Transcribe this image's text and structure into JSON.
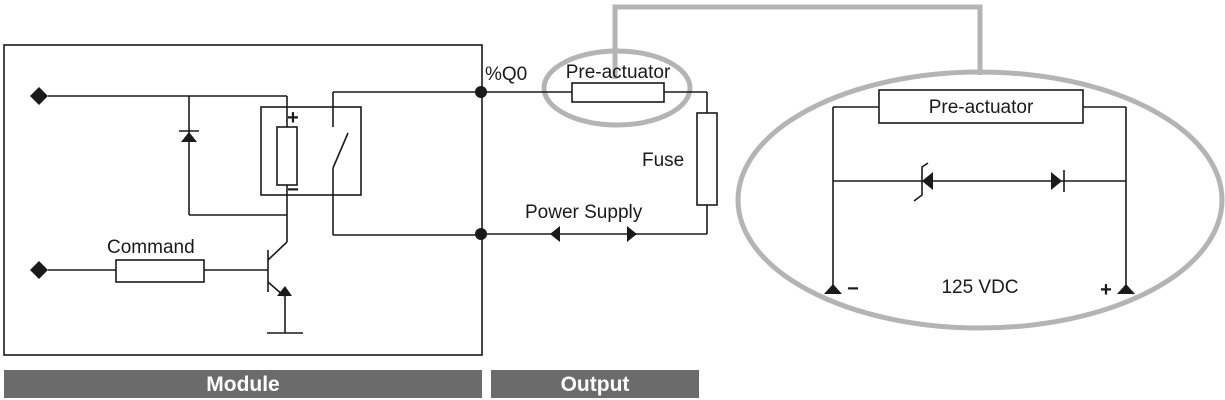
{
  "labels": {
    "output_address": "%Q0",
    "pre_actuator": "Pre-actuator",
    "pre_actuator_detail": "Pre-actuator",
    "fuse": "Fuse",
    "power_supply": "Power Supply",
    "command": "Command",
    "voltage": "125 VDC",
    "coil_plus": "+",
    "coil_minus": "−",
    "supply_minus": "−",
    "supply_plus": "+"
  },
  "bars": {
    "module": "Module",
    "output": "Output"
  },
  "colors": {
    "wire": "#1a1a1a",
    "callout": "#b4b4b4",
    "bar": "#6b6b6b"
  }
}
